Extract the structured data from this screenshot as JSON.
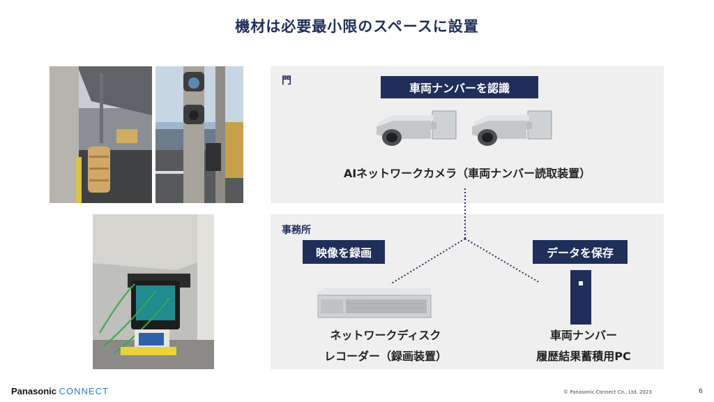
{
  "slide": {
    "title": "機材は必要最小限のスペースに設置",
    "page_number": "6"
  },
  "gate_panel": {
    "label": "門",
    "tag": "車両ナンバーを認識",
    "caption": "AIネットワークカメラ（車両ナンバー読取装置）"
  },
  "office_panel": {
    "label": "事務所",
    "tag_record": "映像を録画",
    "tag_save": "データを保存",
    "recorder_caption_line1": "ネットワークディスク",
    "recorder_caption_line2": "レコーダー（録画装置）",
    "pc_caption_line1": "車両ナンバー",
    "pc_caption_line2": "履歴結果蓄積用PC"
  },
  "footer": {
    "brand": "Panasonic",
    "brand_accent": "CONNECT",
    "copyright": "© Panasonic Connect Co., Ltd. 2023"
  },
  "colors": {
    "navy": "#1f2f5a",
    "panel_bg": "#efeff0",
    "accent_blue": "#2a7bd6"
  }
}
